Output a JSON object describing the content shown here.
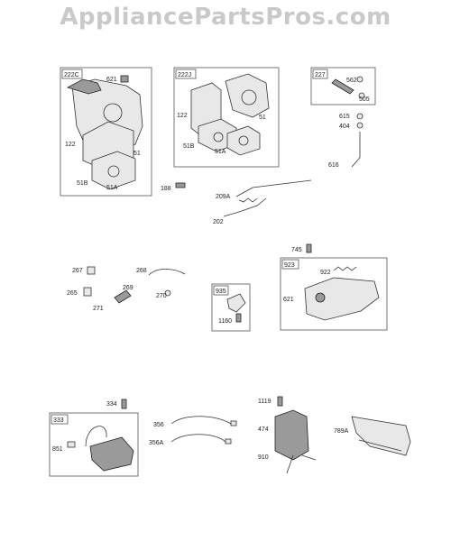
{
  "watermark": "AppliancePartsPros.com",
  "groups": {
    "g222c": "222C",
    "g222j": "222J",
    "g227": "227",
    "g923": "923",
    "g935": "935",
    "g333": "333"
  },
  "labels": {
    "p621a": "621",
    "p122a": "122",
    "p51a": "51",
    "p51b_a": "51B",
    "p51a_a": "51A",
    "p122b": "122",
    "p51b": "51",
    "p51b_b": "51B",
    "p51a_b": "51A",
    "p562": "562",
    "p505": "505",
    "p615": "615",
    "p404": "404",
    "p616": "616",
    "p188": "188",
    "p209a": "209A",
    "p202": "202",
    "p745": "745",
    "p267": "267",
    "p268": "268",
    "p269": "269",
    "p265": "265",
    "p270": "270",
    "p271": "271",
    "p1160": "1160",
    "p922": "922",
    "p621b": "621",
    "p334": "334",
    "p851": "851",
    "p356": "356",
    "p356a": "356A",
    "p1119": "1119",
    "p474": "474",
    "p910": "910",
    "p789a": "789A"
  }
}
